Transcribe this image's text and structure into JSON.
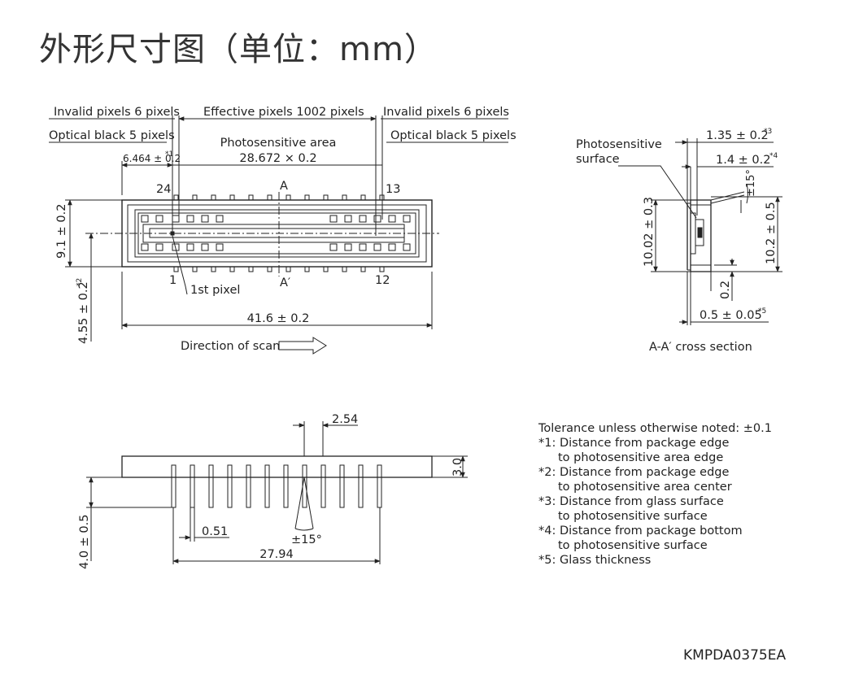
{
  "title": "外形尺寸图（单位：mm）",
  "top_view": {
    "invalid_left": "Invalid pixels 6 pixels",
    "effective": "Effective pixels 1002 pixels",
    "invalid_right": "Invalid pixels 6 pixels",
    "optical_left": "Optical black 5 pixels",
    "optical_right": "Optical black 5 pixels",
    "area_label": "Photosensitive area",
    "area_dim": "28.672 × 0.2",
    "dim_left": "6.464 ± 0.2",
    "dim_left_note": "*1",
    "pin24": "24",
    "pin13": "13",
    "pin1": "1",
    "pin12": "12",
    "sec_a": "A",
    "sec_a2": "A′",
    "height_dim": "9.1 ± 0.2",
    "center_dim": "4.55 ± 0.2",
    "center_note": "*2",
    "first_pixel": "1st pixel",
    "width_dim": "41.6 ± 0.2",
    "scan_dir": "Direction of scan"
  },
  "cross_section": {
    "surface_label_1": "Photosensitive",
    "surface_label_2": "surface",
    "dim_135": "1.35 ± 0.2",
    "dim_135_note": "*3",
    "dim_14": "1.4 ± 0.2",
    "dim_14_note": "*4",
    "angle": "±15°",
    "dim_1002": "10.02 ± 0.3",
    "dim_102": "10.2 ± 0.5",
    "dim_02": "0.2",
    "dim_05": "0.5 ± 0.05",
    "dim_05_note": "*5",
    "caption": "A-A′ cross section"
  },
  "side_view": {
    "pitch": "2.54",
    "thickness": "3.0",
    "lead_len": "4.0 ± 0.5",
    "lead_w": "0.51",
    "angle": "±15°",
    "span": "27.94"
  },
  "notes": [
    {
      "text": "Tolerance unless otherwise noted: ±0.1",
      "indent": false
    },
    {
      "text": "*1: Distance from package edge",
      "indent": false
    },
    {
      "text": "to photosensitive area edge",
      "indent": true
    },
    {
      "text": "*2: Distance from package edge",
      "indent": false
    },
    {
      "text": "to photosensitive area center",
      "indent": true
    },
    {
      "text": "*3: Distance from glass surface",
      "indent": false
    },
    {
      "text": "to photosensitive surface",
      "indent": true
    },
    {
      "text": "*4: Distance from package bottom",
      "indent": false
    },
    {
      "text": "to photosensitive surface",
      "indent": true
    },
    {
      "text": "*5: Glass thickness",
      "indent": false
    }
  ],
  "doc_code": "KMPDA0375EA"
}
